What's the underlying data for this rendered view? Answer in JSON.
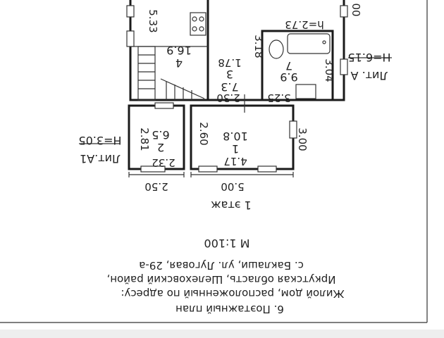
{
  "labels": {
    "lit_a1": "Лит.А1",
    "h_a1": "H=3.05",
    "lit_a": "Лит. А",
    "h_a": "H=6.15",
    "room1_area": "10.8",
    "room1_num": "1",
    "room1_w": "4.17",
    "room1_h": "2.60",
    "room2_area": "6.5",
    "room2_num": "2",
    "room2_w": "2.32",
    "room2_h": "2.81",
    "room3_area": "7.3",
    "room3_num": "3",
    "room3_w": "1.78",
    "room3_h": "3.18",
    "room4_area": "16.9",
    "room4_num": "4",
    "room4_w": "5.33",
    "room7_area": "9.9",
    "room7_num": "7",
    "room7_w": "3.25",
    "room7_h": "3.04",
    "h_inner": "h=2.73",
    "top_right": "00",
    "dim_230": "2.30",
    "dim_300": "3.00",
    "dim_250": "2.50",
    "dim_500": "5.00",
    "floor": "1 этаж",
    "scale": "М 1:100",
    "title_1": "6. Поэтажный план",
    "title_2": "Жилой дом, расположенный по адресу:",
    "title_3": "Иркутская область, Шелеховский район,",
    "title_4": "с. Баклаши, ул. Луговая, 29-а"
  }
}
